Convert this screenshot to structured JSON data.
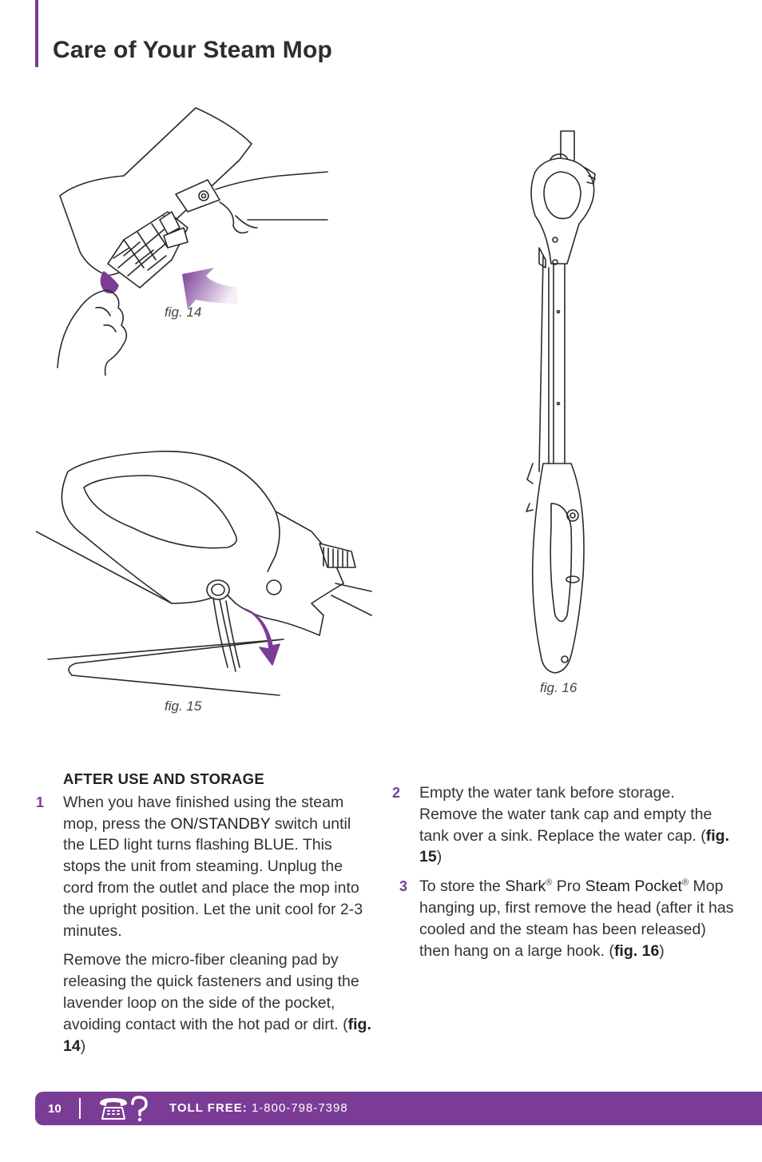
{
  "header": {
    "title": "Care of Your Steam Mop"
  },
  "figures": [
    {
      "caption": "fig. 14",
      "depicts": "pad-removal"
    },
    {
      "caption": "fig. 15",
      "depicts": "water-tank-emptying"
    },
    {
      "caption": "fig. 16",
      "depicts": "mop-hanging-on-hook"
    }
  ],
  "section": {
    "heading": "AFTER USE AND STORAGE"
  },
  "steps": [
    {
      "num": "1",
      "p1": {
        "a": "When you have finished using the steam mop, press the ",
        "term": "ON/STANDBY",
        "b": " switch until the LED light turns flashing BLUE. This stops the unit from steaming. Unplug the cord from the outlet and place the mop into the upright position. Let the unit cool for 2-3 minutes."
      },
      "p2": {
        "a": "Remove the micro-fiber cleaning pad by releasing the quick fasteners and using the lavender loop on the side of the pocket, avoiding contact with the hot pad or dirt. (",
        "ref": "fig. 14",
        "b": ")"
      }
    },
    {
      "num": "2",
      "text": "Empty the water tank before storage. Remove the water tank cap and empty the tank over a sink. Replace the water cap. (",
      "ref": "fig. 15",
      "close": ")"
    },
    {
      "num": "3",
      "a": "To store the ",
      "brand": "Shark",
      "reg": "®",
      "b": " Pro ",
      "product": "Steam Pocket",
      "reg2": "®",
      "c": " Mop hanging up, first remove the head (after it has cooled and the steam has been released) then hang on a large hook. (",
      "ref": "fig. 16",
      "close": ")"
    }
  ],
  "footer": {
    "page_number": "10",
    "phone_icon": "phone-help-icon",
    "tollfree_label": "TOLL FREE:",
    "phone": "1-800-798-7398"
  },
  "colors": {
    "accent": "#7b3c96",
    "text": "#2b2b2b"
  }
}
